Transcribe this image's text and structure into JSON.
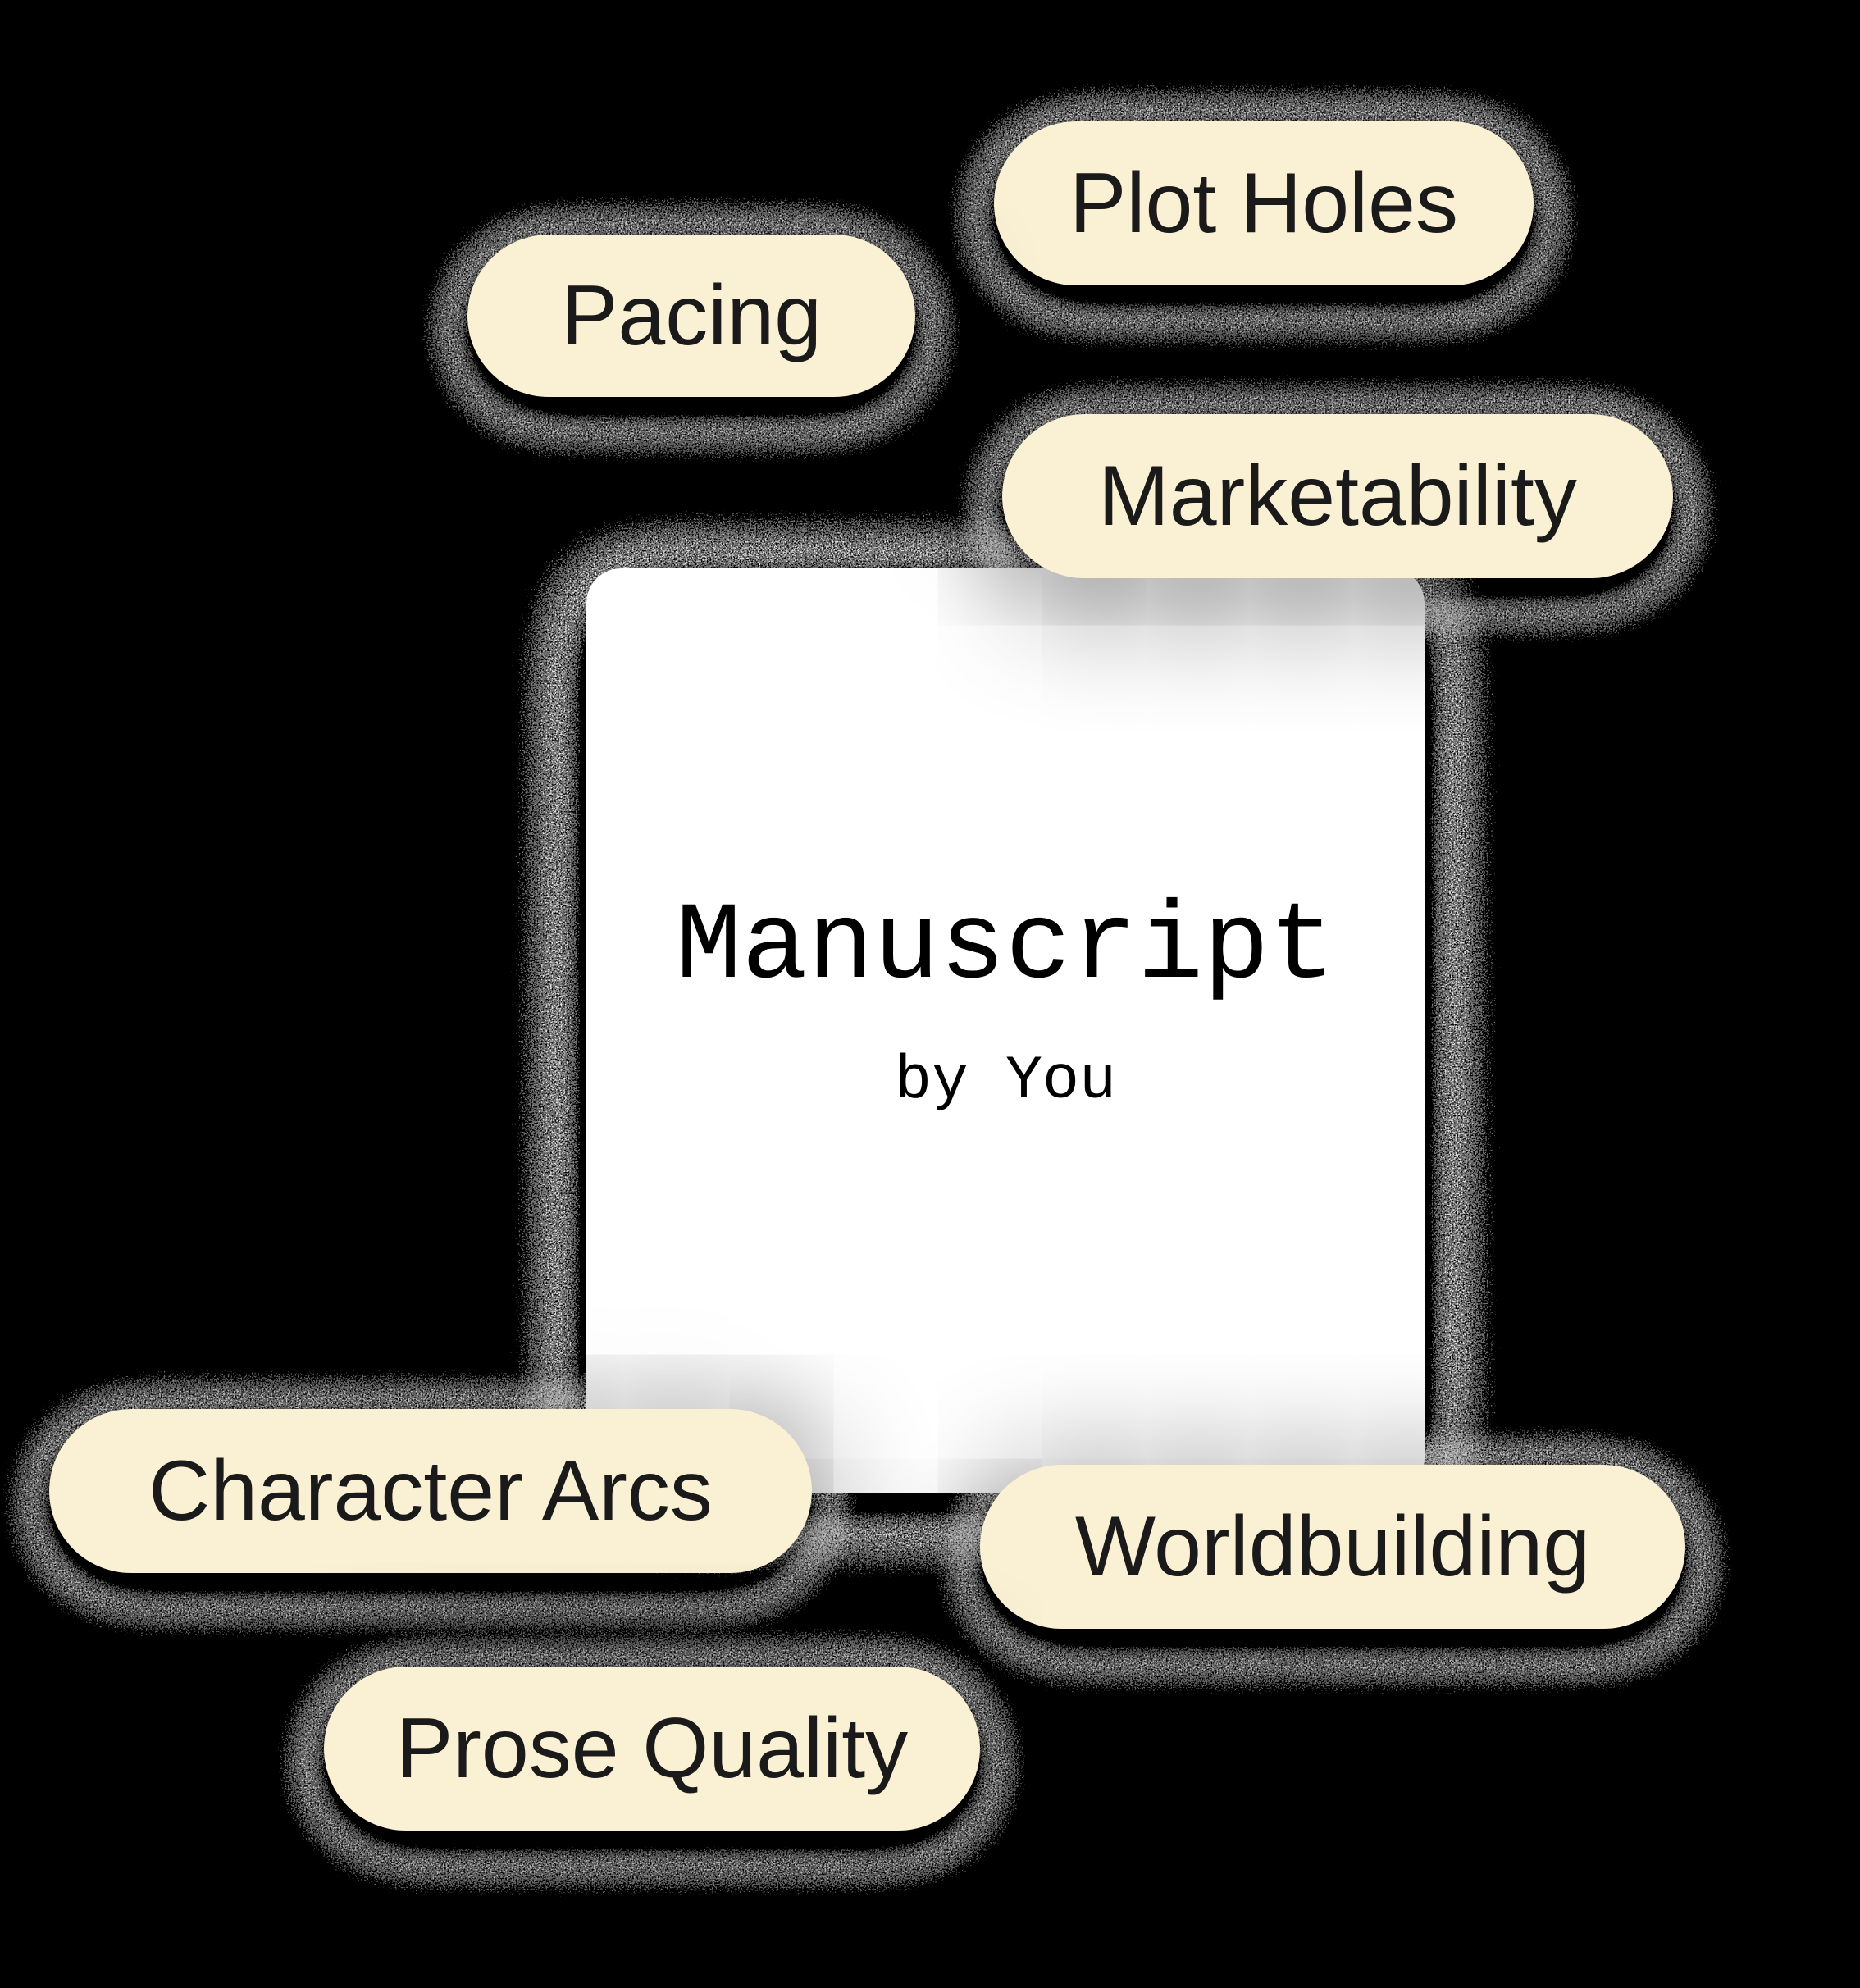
{
  "illustration": {
    "card": {
      "title": "Manuscript",
      "byline": "by You"
    },
    "tags": [
      {
        "id": "plot-holes",
        "label": "Plot Holes"
      },
      {
        "id": "pacing",
        "label": "Pacing"
      },
      {
        "id": "marketability",
        "label": "Marketability"
      },
      {
        "id": "character-arcs",
        "label": "Character Arcs"
      },
      {
        "id": "worldbuilding",
        "label": "Worldbuilding"
      },
      {
        "id": "prose-quality",
        "label": "Prose Quality"
      }
    ],
    "colors": {
      "background": "#000000",
      "card_fill": "#FFFFFF",
      "card_text": "#000000",
      "tag_fill": "#FAF0D4",
      "tag_text": "#1A1A1A",
      "shadow_speckle": "#E0E0E0"
    }
  }
}
